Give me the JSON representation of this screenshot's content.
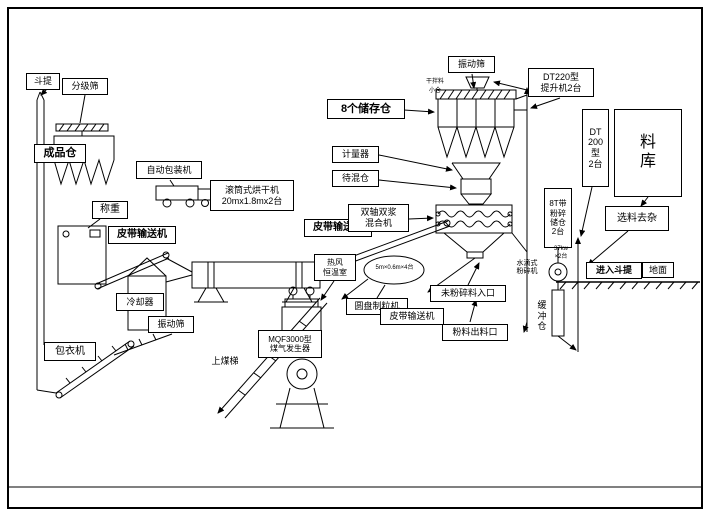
{
  "labels": {
    "bucket_elevator": "斗提",
    "grading_sieve": "分级筛",
    "product_silo": "成品仓",
    "auto_packer": "自动包装机",
    "weighing": "称重",
    "drum_dryer": "滚筒式烘干机\n20mx1.8mx2台",
    "belt_conveyor_1": "皮带输送机",
    "cooler": "冷却器",
    "vibrating_sieve_left": "振动筛",
    "coating_machine": "包衣机",
    "coal_ladder": "上煤梯",
    "gas_generator": "MQF3000型\n煤气发生器",
    "hot_air_room": "热风\n恒温室",
    "granulator_spec": "5m×0.6m×4台",
    "disc_granulator": "圆盘制粒机",
    "belt_conveyor_2": "皮带输送机",
    "belt_conveyor_3": "皮带输送机",
    "storage_silos": "8个储存仓",
    "meter": "计量器",
    "premix_silo": "待混仓",
    "twin_shaft_mixer": "双轴双浆\n混合机",
    "vibrating_sieve_top": "振动筛",
    "dry_mix": "干拌料",
    "small_silo": "小仓",
    "dt220_elevator": "DT220型\n提升机2台",
    "dt200_elevator": "DT\n200\n型\n2台",
    "warehouse": "料\n库",
    "sorting": "选料去杂",
    "crush_storage_silo": "8T带\n粉碎\n储仓\n2台",
    "crusher_power": "37kw\n×2台",
    "drop_crusher": "水滴式\n粉碎机",
    "buffer_silo": "缓\n冲\n仓",
    "enter_bucket_elevator": "进入斗提",
    "ground": "地面",
    "uncrushed_inlet": "未粉碎料入口",
    "powder_outlet": "粉料出料口"
  }
}
